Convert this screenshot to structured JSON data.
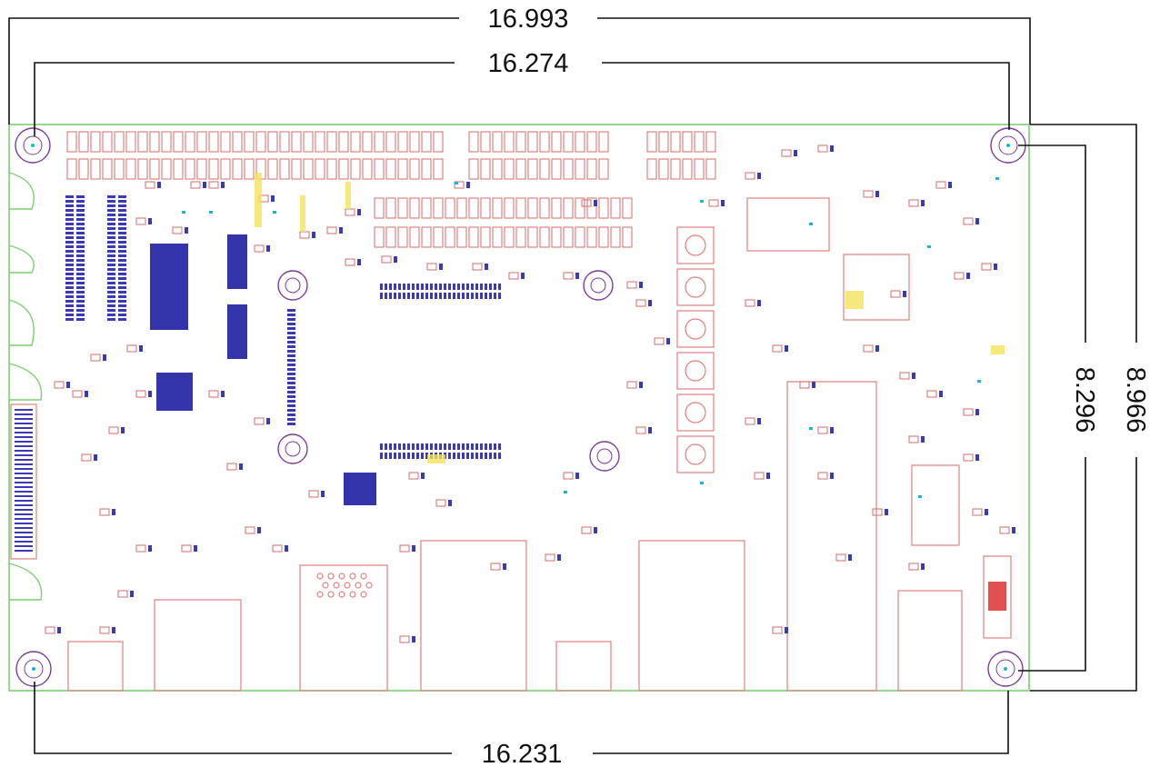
{
  "dimensions": {
    "top_outer": "16.993",
    "top_inner": "16.274",
    "bottom": "16.231",
    "right_inner": "8.296",
    "right_outer": "8.966"
  },
  "colors": {
    "board_edge": "#7bd16f",
    "copper_pads": "#d96b6b",
    "pins": "#3a3ab8",
    "mount_holes": "#7a3aa0",
    "markers": "#11b8d8",
    "dimension_lines": "#111111"
  }
}
